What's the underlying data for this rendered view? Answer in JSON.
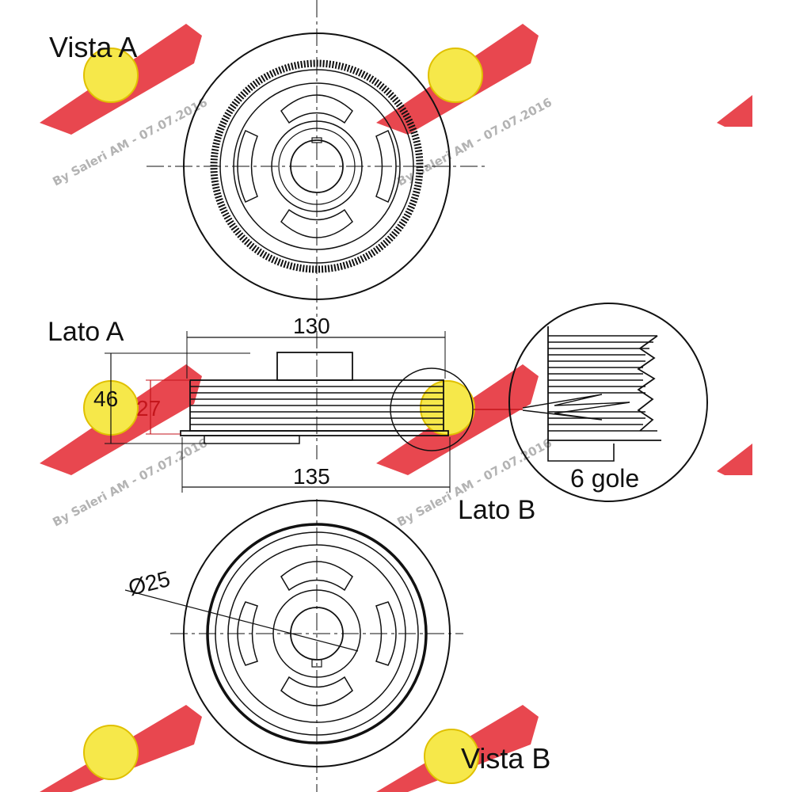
{
  "labels": {
    "vista_a": "Vista A",
    "vista_b": "Vista B",
    "lato_a": "Lato A",
    "lato_b": "Lato B",
    "grooves": "6 gole"
  },
  "dimensions": {
    "width_top": "130",
    "width_bottom": "135",
    "outer_height": "46",
    "groove_height": "27",
    "bore_diameter": "Ø25"
  },
  "watermark": {
    "text": "By Saleri AM - 07.07.2016",
    "color": "#b3b3b3",
    "logo_color": "#e8474f",
    "badge_color": "#f6e84a"
  },
  "colors": {
    "line": "#111111",
    "dimension_red": "#c4161c"
  }
}
